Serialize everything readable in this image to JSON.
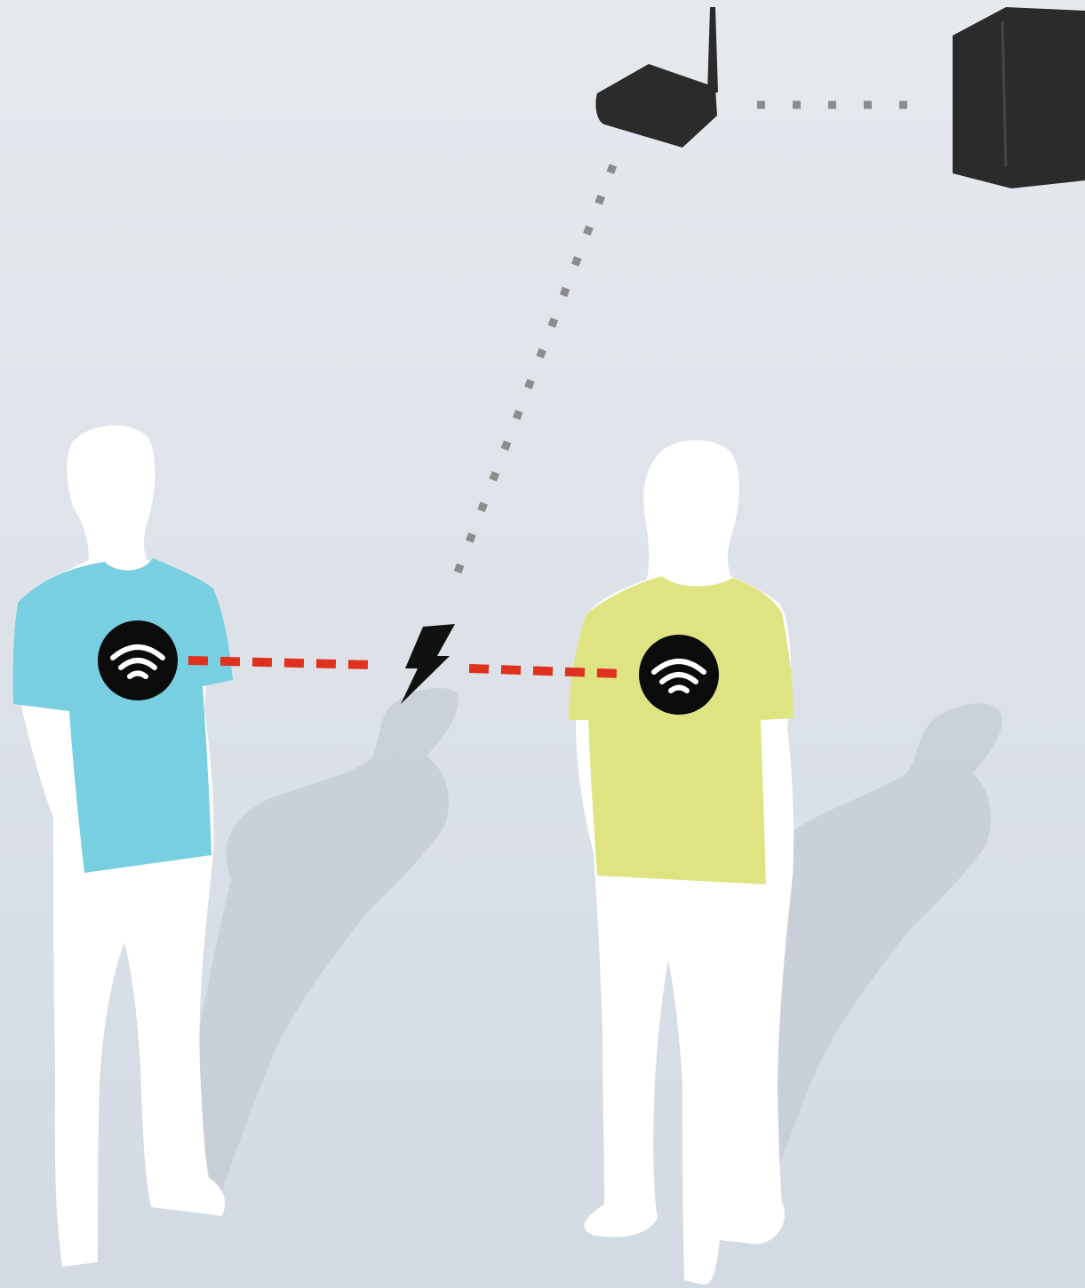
{
  "scene": {
    "colors": {
      "background_light": "#e6eaef",
      "background_dark": "#d3dae2",
      "person": "#ffffff",
      "shadow": "#c4cbd3",
      "shirt_left": "#79cfe2",
      "shirt_right": "#dfe483",
      "badge": "#0b0b0b",
      "device": "#2b2b2b",
      "link_local": "#e0301e",
      "link_network": "#8c8c8c",
      "bolt": "#111111"
    },
    "nodes": [
      {
        "id": "router",
        "icon": "wireless-router-icon"
      },
      {
        "id": "server",
        "icon": "server-tower-icon"
      },
      {
        "id": "person-left",
        "icon": "person-figure-icon",
        "shirt": "shirt_left"
      },
      {
        "id": "person-right",
        "icon": "person-figure-icon",
        "shirt": "shirt_right"
      }
    ],
    "links": [
      {
        "from": "router",
        "to": "server",
        "style": "dotted",
        "color": "link_network"
      },
      {
        "from": "router",
        "to": "interaction",
        "style": "dotted",
        "color": "link_network"
      },
      {
        "from": "person-left",
        "to": "interaction",
        "style": "dashed",
        "color": "link_local"
      },
      {
        "from": "interaction",
        "to": "person-right",
        "style": "dashed",
        "color": "link_local"
      }
    ],
    "badges": [
      {
        "on": "person-left",
        "icon": "wifi-icon"
      },
      {
        "on": "person-right",
        "icon": "wifi-icon"
      }
    ],
    "interaction_icon": "lightning-bolt-icon"
  }
}
